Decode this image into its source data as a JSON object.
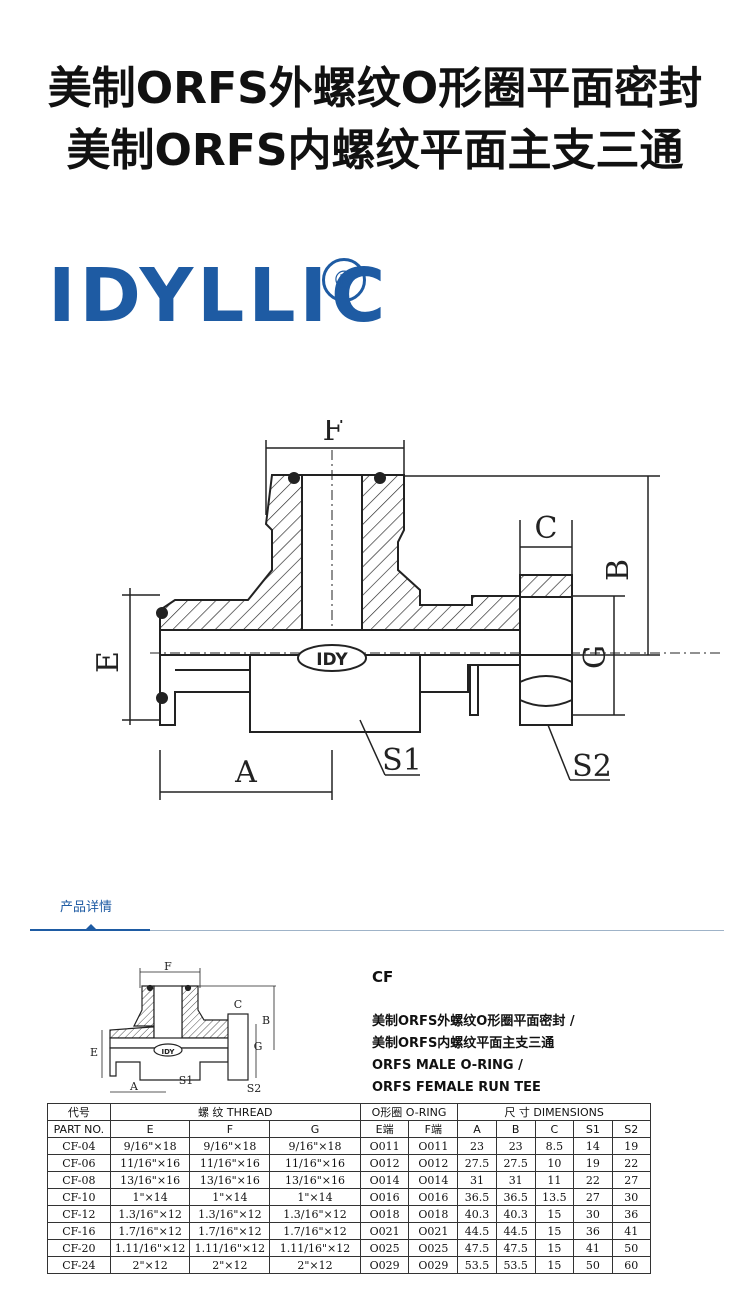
{
  "title": {
    "line1": "美制ORFS外螺纹O形圈平面密封",
    "line2": "美制ORFS内螺纹平面主支三通"
  },
  "brand": {
    "logo_text": "IDYLLIC",
    "registered_mark": "®"
  },
  "drawing": {
    "labels": {
      "F": "F",
      "C": "C",
      "B": "B",
      "E": "E",
      "G": "G",
      "A": "A",
      "S1": "S1",
      "S2": "S2"
    },
    "body_mark": "IDY"
  },
  "tab": {
    "label": "产品详情"
  },
  "product": {
    "code": "CF",
    "desc_cn_1": "美制ORFS外螺纹O形圈平面密封 /",
    "desc_cn_2": "美制ORFS内螺纹平面主支三通",
    "desc_en_1": "ORFS MALE O-RING /",
    "desc_en_2": "ORFS FEMALE RUN TEE"
  },
  "table": {
    "header_row1": [
      "代号",
      "螺 纹 THREAD",
      "O形圈 O-RING",
      "尺 寸 DIMENSIONS"
    ],
    "header_row2": [
      "PART NO.",
      "E",
      "F",
      "G",
      "E端",
      "F端",
      "A",
      "B",
      "C",
      "S1",
      "S2"
    ],
    "rows": [
      [
        "CF-04",
        "9/16\"×18",
        "9/16\"×18",
        "9/16\"×18",
        "O011",
        "O011",
        "23",
        "23",
        "8.5",
        "14",
        "19"
      ],
      [
        "CF-06",
        "11/16\"×16",
        "11/16\"×16",
        "11/16\"×16",
        "O012",
        "O012",
        "27.5",
        "27.5",
        "10",
        "19",
        "22"
      ],
      [
        "CF-08",
        "13/16\"×16",
        "13/16\"×16",
        "13/16\"×16",
        "O014",
        "O014",
        "31",
        "31",
        "11",
        "22",
        "27"
      ],
      [
        "CF-10",
        "1\"×14",
        "1\"×14",
        "1\"×14",
        "O016",
        "O016",
        "36.5",
        "36.5",
        "13.5",
        "27",
        "30"
      ],
      [
        "CF-12",
        "1.3/16\"×12",
        "1.3/16\"×12",
        "1.3/16\"×12",
        "O018",
        "O018",
        "40.3",
        "40.3",
        "15",
        "30",
        "36"
      ],
      [
        "CF-16",
        "1.7/16\"×12",
        "1.7/16\"×12",
        "1.7/16\"×12",
        "O021",
        "O021",
        "44.5",
        "44.5",
        "15",
        "36",
        "41"
      ],
      [
        "CF-20",
        "1.11/16\"×12",
        "1.11/16\"×12",
        "1.11/16\"×12",
        "O025",
        "O025",
        "47.5",
        "47.5",
        "15",
        "41",
        "50"
      ],
      [
        "CF-24",
        "2\"×12",
        "2\"×12",
        "2\"×12",
        "O029",
        "O029",
        "53.5",
        "53.5",
        "15",
        "50",
        "60"
      ]
    ]
  },
  "colors": {
    "brand_blue": "#1e5ba3",
    "hatch": "#222222"
  }
}
